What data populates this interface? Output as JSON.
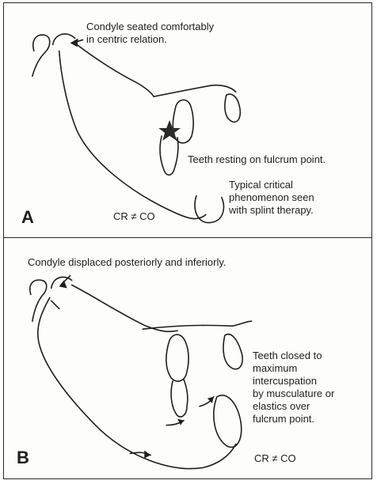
{
  "panel_a": {
    "letter": "A",
    "condyle_note": [
      "Condyle seated comfortably",
      "in centric relation."
    ],
    "teeth_note": "Teeth resting on fulcrum point.",
    "phenomenon_note": [
      "Typical critical",
      "phenomenon seen",
      "with splint therapy."
    ],
    "formula": "CR ≠ CO"
  },
  "panel_b": {
    "letter": "B",
    "condyle_note": "Condyle displaced posteriorly and inferiorly.",
    "teeth_note": [
      "Teeth closed to",
      "maximum",
      "intercuspation",
      "by musculature or",
      "elastics over",
      "fulcrum point."
    ],
    "formula": "CR ≠ CO"
  }
}
